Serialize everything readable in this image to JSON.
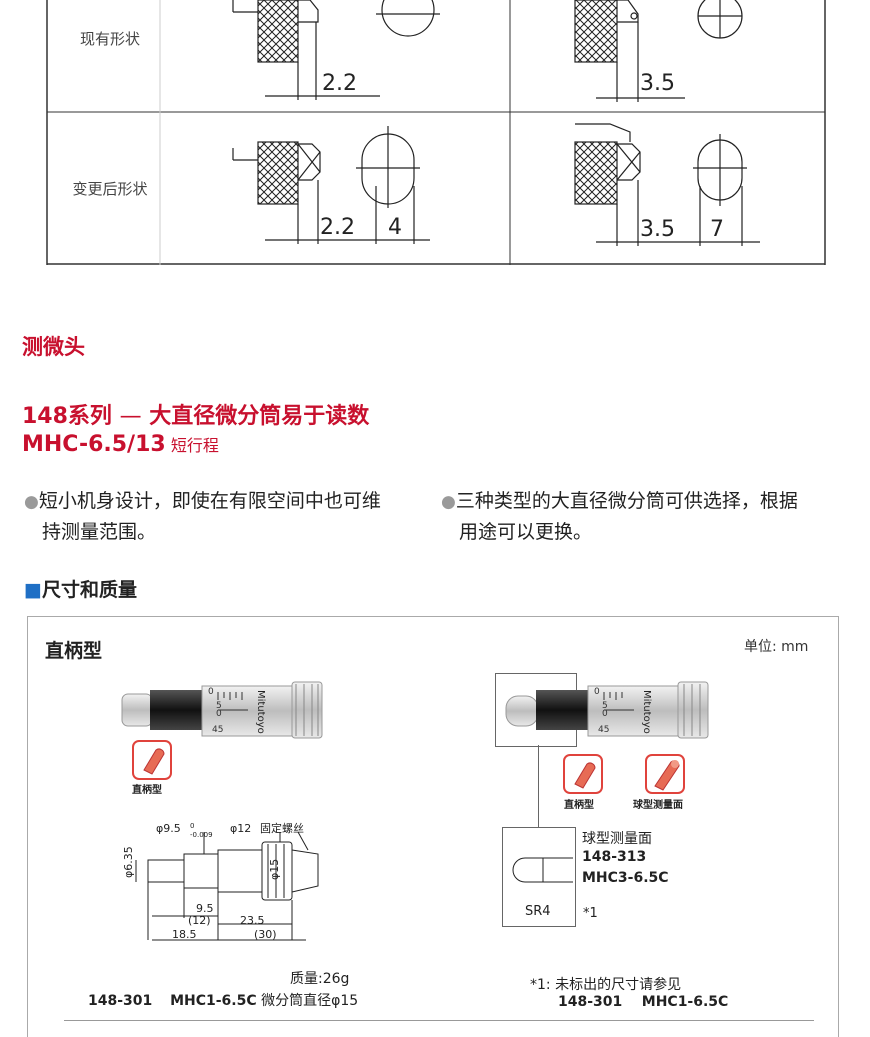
{
  "table": {
    "rows": [
      {
        "label": "现有形状",
        "left_dim": "2.2",
        "right_dim": "3.5"
      },
      {
        "label": "变更后形状",
        "left_dim": "2.2",
        "left_dim2": "4",
        "right_dim": "3.5",
        "right_dim2": "7"
      }
    ]
  },
  "heading": "测微头",
  "series": {
    "title_num": "148系列",
    "title_dash": "—",
    "title_rest": "大直径微分筒易于读数",
    "model": "MHC-6.5/13",
    "model_sub": "短行程"
  },
  "bullets": [
    {
      "icon": "●",
      "text1": "短小机身设计，即使在有限空间中也可维",
      "text2": "持测量范围。"
    },
    {
      "icon": "●",
      "text1": "三种类型的大直径微分筒可供选择，根据",
      "text2": "用途可以更换。"
    }
  ],
  "section": {
    "icon": "■",
    "title": "尺寸和质量"
  },
  "panel": {
    "title": "直柄型",
    "unit": "单位: mm",
    "brand": "Mitutoyo",
    "scale_ticks": [
      "0",
      "5",
      "0",
      "45"
    ],
    "icons": {
      "straight": "直柄型",
      "ball": "球型测量面"
    },
    "drawing": {
      "d95": "φ9.5",
      "d95_tol_top": "0",
      "d95_tol_bot": "-0.009",
      "d12": "φ12",
      "fixnut": "固定螺丝",
      "d635": "φ6.35",
      "d15": "φ15",
      "dim_95": "9.5",
      "dim_12": "(12)",
      "dim_235": "23.5",
      "dim_185": "18.5",
      "dim_30": "(30)"
    },
    "left_caption": {
      "mass": "质量:26g",
      "code": "148-301",
      "model": "MHC1-6.5C",
      "desc": "微分筒直径φ15"
    },
    "ball_box": {
      "sr": "SR4",
      "name": "球型测量面",
      "code": "148-313",
      "model": "MHC3-6.5C",
      "note_mark": "*1"
    },
    "right_caption": {
      "note": "*1:  未标出的尺寸请参见",
      "code": "148-301",
      "model": "MHC1-6.5C"
    }
  },
  "colors": {
    "accent_red": "#c8102e",
    "accent_blue": "#1f6fc5",
    "icon_red": "#e0433c"
  }
}
